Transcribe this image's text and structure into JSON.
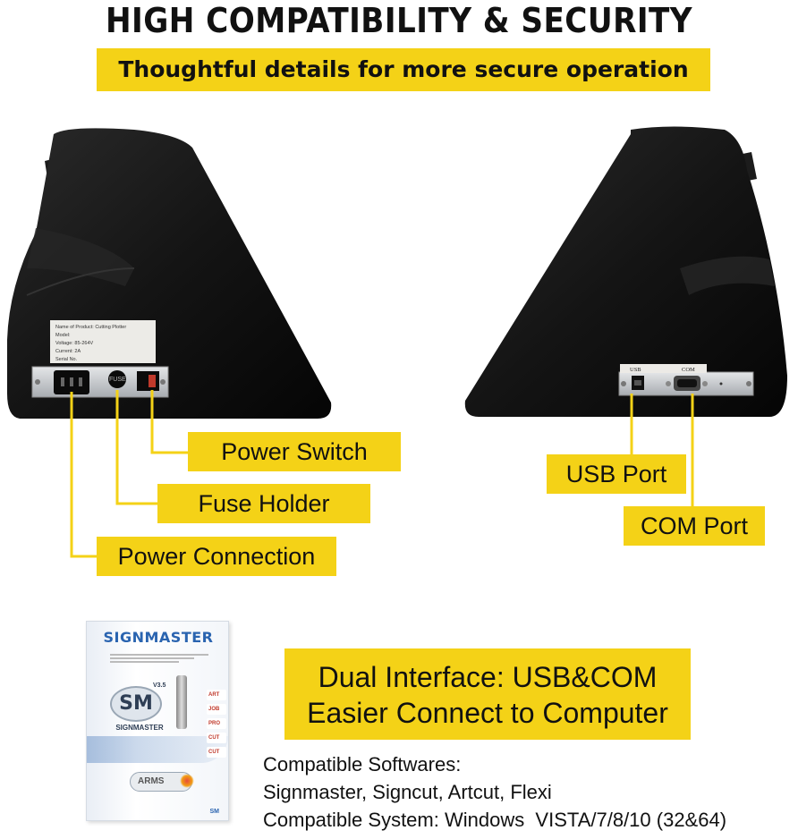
{
  "header": {
    "headline": "HIGH COMPATIBILITY & SECURITY",
    "subheadline": "Thoughtful details for more secure operation"
  },
  "left_device": {
    "label_plate": {
      "line1": "Name of Product: Cutting Plotter",
      "line2": "Model:",
      "line3": "Voltage: 85-264V",
      "line4": "Current: 2A",
      "line5": "Serial No."
    },
    "fuse_text": "FUSE",
    "callouts": {
      "power_switch": "Power Switch",
      "fuse_holder": "Fuse Holder",
      "power_connection": "Power Connection"
    }
  },
  "right_device": {
    "port_labels": {
      "usb": "USB",
      "com": "COM"
    },
    "callouts": {
      "usb_port": "USB Port",
      "com_port": "COM Port"
    }
  },
  "software_box": {
    "title": "SIGNMASTER",
    "sm_logo": "SM",
    "version": "V3.5",
    "subtitle": "SIGNMASTER",
    "arms_text": "ARMS",
    "vendor_logo": "SM",
    "tabs": [
      "ART",
      "JOB",
      "PRO",
      "CUT",
      "CUT"
    ]
  },
  "feature_box": {
    "line1": "Dual Interface: USB&COM",
    "line2": "Easier Connect to Computer"
  },
  "compatibility": {
    "softwares_label": "Compatible Softwares:",
    "softwares_list": "Signmaster, Signcut, Artcut, Flexi",
    "system": "Compatible System: Windows  VISTA/7/8/10 (32&64)"
  },
  "colors": {
    "accent_yellow": "#f4d217",
    "device_black": "#151515",
    "panel_silver": "#c9ccd0"
  }
}
